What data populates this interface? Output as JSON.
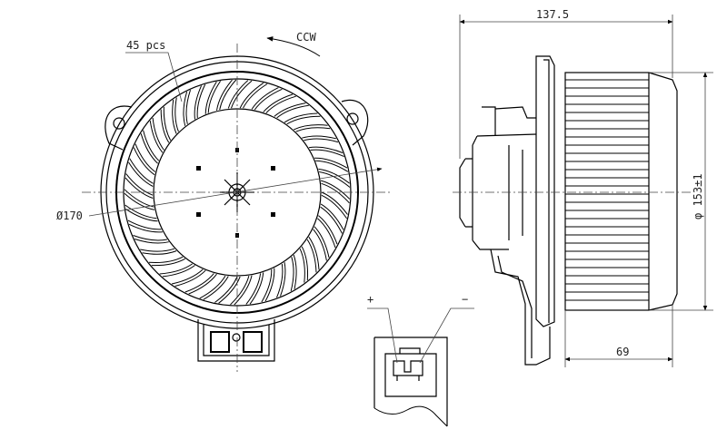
{
  "front_view": {
    "blade_count_label": "45 pcs",
    "rotation_label": "CCW",
    "diameter_label": "Ø170"
  },
  "side_view": {
    "overall_length_label": "137.5",
    "wheel_diameter_label": "φ 153±1",
    "wheel_height_label": "69"
  },
  "connector": {
    "positive_label": "+",
    "negative_label": "−"
  },
  "colors": {
    "line": "#000000",
    "dim_line": "#444444",
    "background": "#ffffff"
  }
}
